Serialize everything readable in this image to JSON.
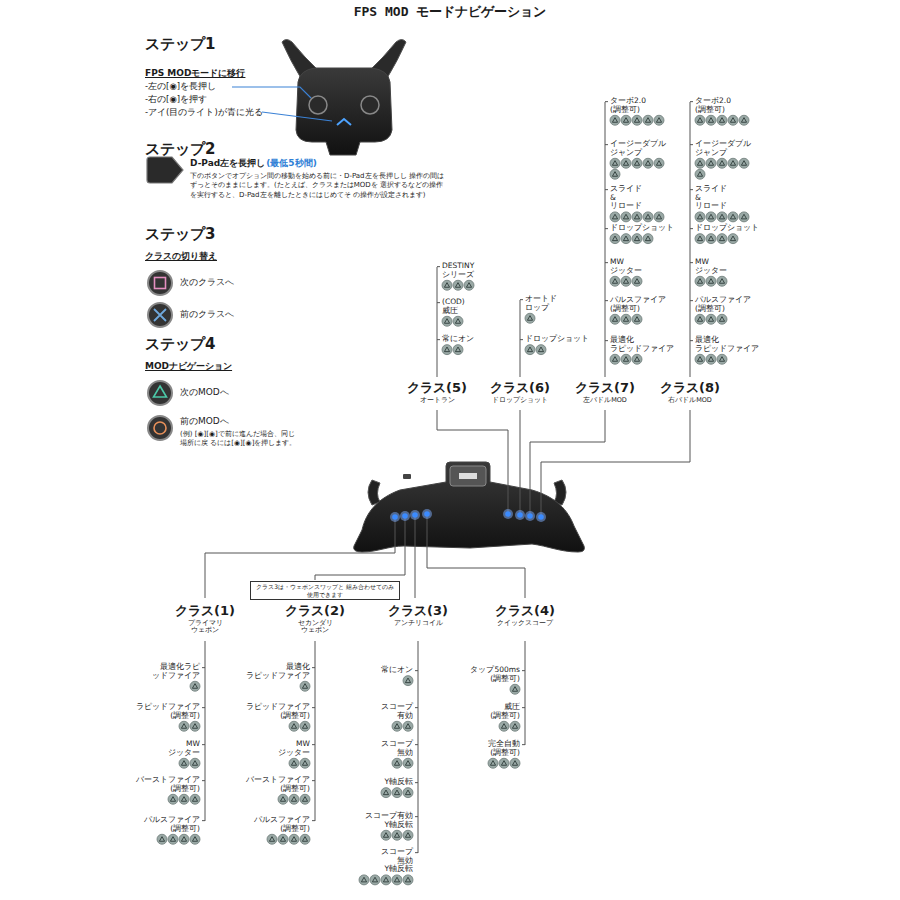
{
  "diagram": {
    "title": "FPS MOD モードナビゲーション",
    "nodes": [
      {
        "text": [
          "クラス3は・ウェポンスワップと 組み合わせてのみ使用できます"
        ]
      }
    ],
    "labels": [
      "ステップ1",
      "FPS MODモードに移行",
      "-左の[◉]を長押し",
      "-右の[◉]を押す",
      "-アイ(目のライト)が青に光る",
      "ステップ2",
      "D-Pad左を長押し",
      "(最低5秒間)",
      "下のボタンでオプション間の移動を始める前に・D-Pad左を長押しし 操作の間はずっとそのままにします。(たとえば、クラスまたはMODを 選択するなどの操作を実行すると、D-Pad左を離したときにはじめてそ の操作が設定されます)",
      "ステップ3",
      "クラスの切り替え",
      "次のクラスへ",
      "前のクラスへ",
      "ステップ4",
      "MODナビゲーション",
      "次のMODへ",
      "前のMODへ",
      "(例) [◉][◉]で前に進んだ場合、同じ場所に戻 るには[◉][◉]を押します。",
      "クラス(5)",
      "オートラン",
      "DESTINY シリーズ",
      "(COD)威圧",
      "常にオン",
      "クラス(6)",
      "ドロップショット",
      "オートド ロップ",
      "ドロップショット",
      "クラス(7)",
      "左パドルMOD",
      "ターボ2.0 (調整可)",
      "イージーダブル ジャンプ",
      "スライド&リロード",
      "ドロップショット",
      "MW ジッター",
      "パルスファイア (調整可)",
      "最適化 ラピッドファイア",
      "クラス(8)",
      "右パドルMOD",
      "ターボ2.0 (調整可)",
      "イージーダブル ジャンプ",
      "スライド&リロード",
      "ドロップショット",
      "MW ジッター",
      "パルスファイア (調整可)",
      "最適化 ラピッドファイア",
      "クラス(1)",
      "プライマリ ウェポン",
      "最適化ラピ ッドファイア",
      "ラピッドファイア (調整可)",
      "MW ジッター",
      "バーストファイア (調整可)",
      "パルスファイア (調整可)",
      "クラス(2)",
      "セカンダリ ウェポン",
      "最適化 ラピッドファイア",
      "ラピッドファイア (調整可)",
      "MW ジッター",
      "バーストファイア (調整可)",
      "パルスファイア (調整可)",
      "クラス(3)",
      "アンチリコイル",
      "常にオン",
      "スコープ 有効",
      "スコープ 無効",
      "Y軸反転",
      "スコープ有効 Y軸反転",
      "スコープ 無効 Y軸反転",
      "クラス(4)",
      "クイックスコープ",
      "タップ500ms (調整可)",
      "威圧 (調整可)",
      "完全自動 (調整可)"
    ]
  }
}
